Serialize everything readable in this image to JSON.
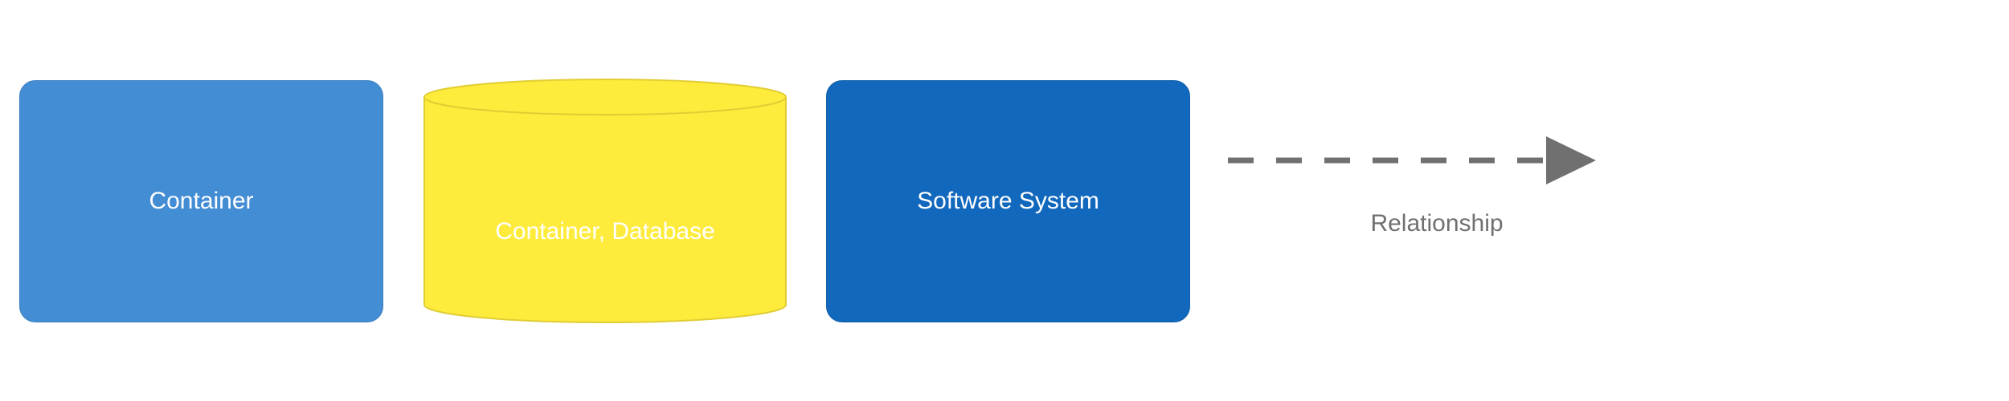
{
  "diagram": {
    "nodes": [
      {
        "id": "container",
        "label": "Container",
        "shape": "rounded-rectangle",
        "fill_color": "#438dd5",
        "text_color": "#ffffff"
      },
      {
        "id": "container-database",
        "label": "Container, Database",
        "shape": "cylinder",
        "fill_color": "#ffeb3b",
        "text_color": "#ffffff"
      },
      {
        "id": "software-system",
        "label": "Software System",
        "shape": "rounded-rectangle",
        "fill_color": "#1168bd",
        "text_color": "#ffffff"
      }
    ],
    "relationship": {
      "label": "Relationship",
      "line_style": "dashed",
      "color": "#707070",
      "text_color": "#707070"
    }
  }
}
